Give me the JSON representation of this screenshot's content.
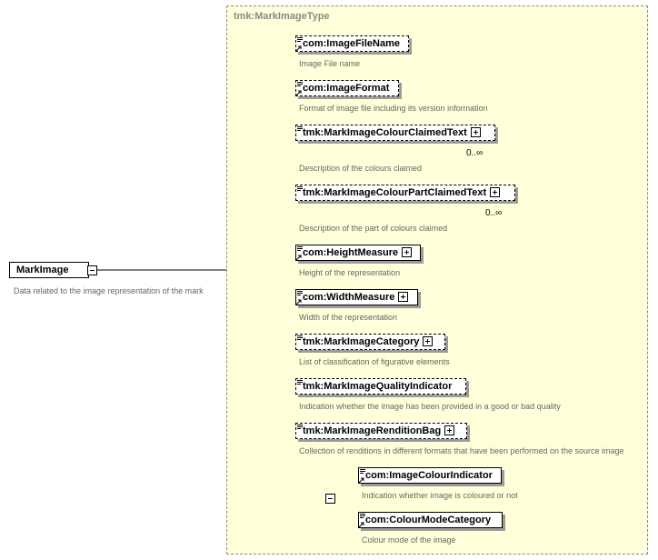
{
  "root": {
    "name": "MarkImage",
    "description": "Data related to the image representation of the mark"
  },
  "type_name": "tmk:MarkImageType",
  "elements": [
    {
      "name": "com:ImageFileName",
      "description": "Image File name"
    },
    {
      "name": "com:ImageFormat",
      "description": "Format of image file including its version information"
    },
    {
      "name": "tmk:MarkImageColourClaimedText",
      "description": "Description of the colours claimed",
      "cardinality": "0..∞"
    },
    {
      "name": "tmk:MarkImageColourPartClaimedText",
      "description": "Description of the part of colours claimed",
      "cardinality": "0..∞"
    },
    {
      "name": "com:HeightMeasure",
      "description": "Height of the representation"
    },
    {
      "name": "com:WidthMeasure",
      "description": "Width of the representation"
    },
    {
      "name": "tmk:MarkImageCategory",
      "description": "List of classification of figurative elements"
    },
    {
      "name": "tmk:MarkImageQualityIndicator",
      "description": "Indication whether the image has been provided in a good or bad quality"
    },
    {
      "name": "tmk:MarkImageRenditionBag",
      "description": "Collection of renditions in different formats that have been performed on the source image"
    }
  ],
  "choice_elements": [
    {
      "name": "com:ImageColourIndicator",
      "description": "Indication whether image is coloured or not"
    },
    {
      "name": "com:ColourModeCategory",
      "description": "Colour mode of the image"
    }
  ],
  "icons": {
    "collapse": "minus-box-icon",
    "expand": "plus-box-icon",
    "sequence": "sequence-compositor-icon",
    "choice": "choice-compositor-icon",
    "element": "element-badge-icon"
  }
}
